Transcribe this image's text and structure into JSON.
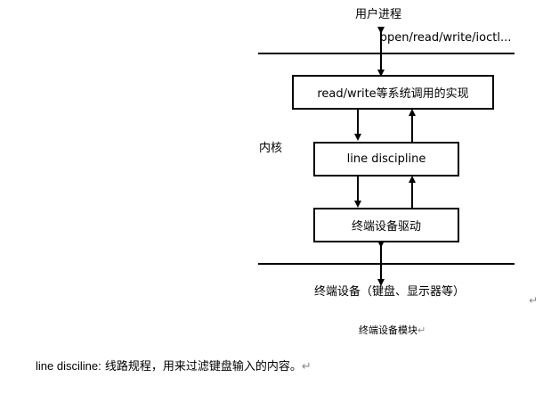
{
  "diagram": {
    "user_process": "用户进程",
    "syscall_interface": "open/read/write/ioctl...",
    "kernel_label": "内核",
    "box_syscall_impl": "read/write等系统调用的实现",
    "box_line_discipline": "line discipline",
    "box_terminal_driver": "终端设备驱动",
    "terminal_device": "终端设备（键盘、显示器等）",
    "caption": "终端设备模块"
  },
  "paragraph": {
    "term": "line disciline:",
    "definition": "线路规程，用来过滤键盘输入的内容。"
  },
  "paragraph_mark": "↵"
}
